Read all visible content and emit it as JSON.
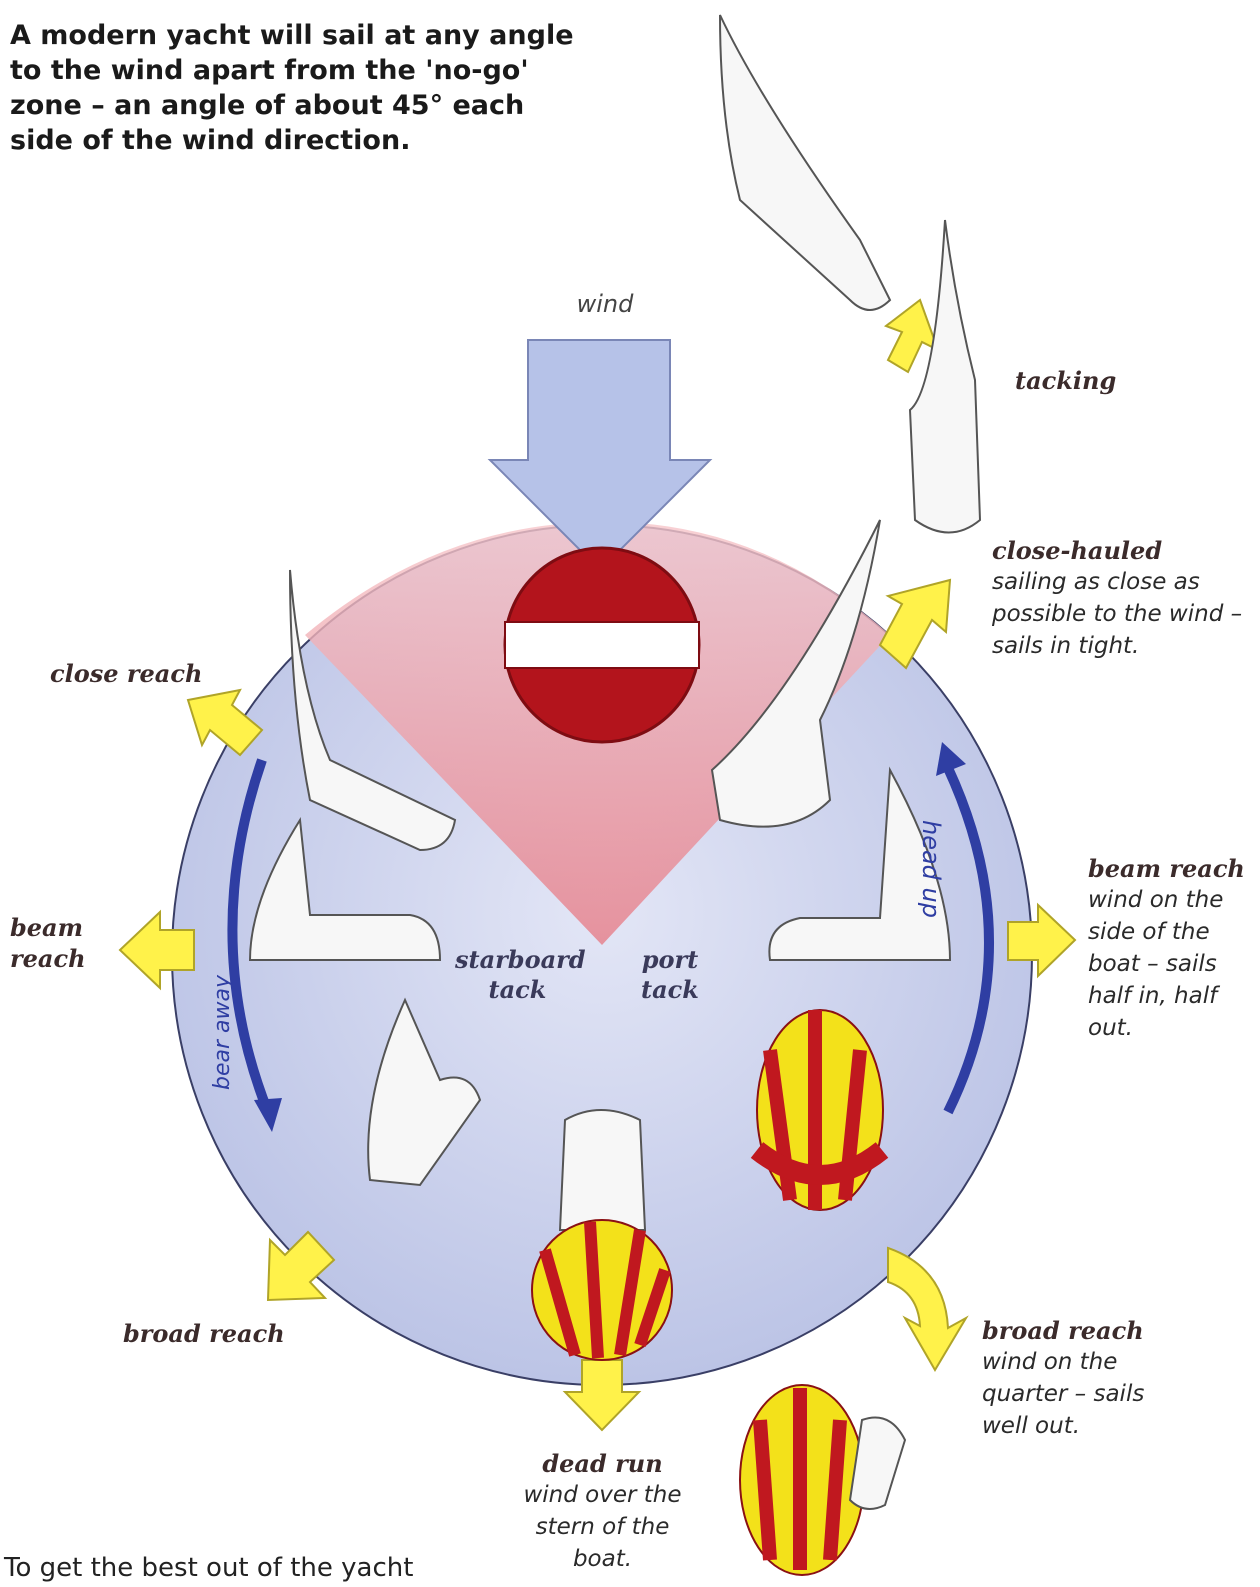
{
  "intro": "A modern yacht will sail at any angle to the wind apart from the 'no-go' zone – an angle of about 45° each side of the wind direction.",
  "wind_label": "wind",
  "tacking_label": "tacking",
  "close_hauled": {
    "title": "close-hauled",
    "desc": "sailing as close as possible to the wind – sails in tight."
  },
  "close_reach": "close reach",
  "beam_reach_left": "beam reach",
  "beam_reach_right": {
    "title": "beam reach",
    "desc": "wind on the side of the boat – sails half in, half out."
  },
  "starboard_tack": "starboard tack",
  "port_tack": "port tack",
  "head_up": "head up",
  "bear_away": "bear away",
  "broad_reach_left": "broad reach",
  "broad_reach_right": {
    "title": "broad reach",
    "desc": "wind on the quarter – sails well out."
  },
  "dead_run": {
    "title": "dead run",
    "desc": "wind over the stern of the boat."
  },
  "bottom_partial": "To get the best out of the yacht",
  "colors": {
    "circle_fill": "#c9cfe9",
    "no_go_zone": "#f0b3b8",
    "no_entry_red": "#b3141c",
    "wind_arrow": "#b6c2e8",
    "yellow_arrow": "#fff24a",
    "navy_arrow": "#2f3ea3",
    "spinnaker_yellow": "#f3e11a",
    "spinnaker_red": "#c0181f"
  }
}
